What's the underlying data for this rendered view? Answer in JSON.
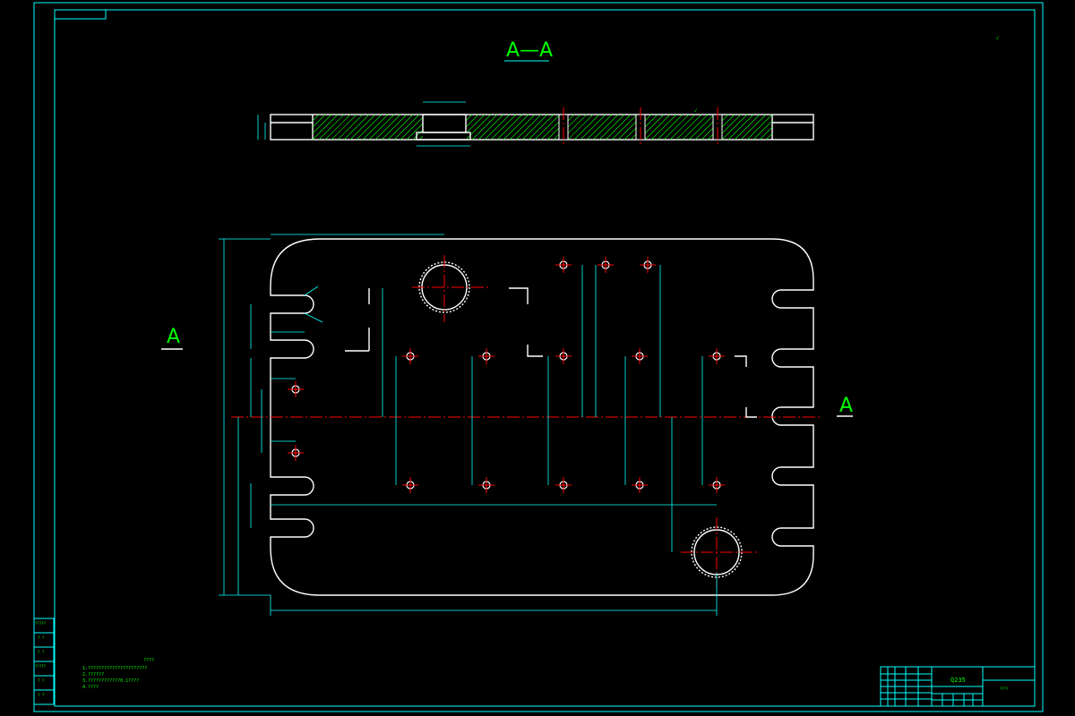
{
  "section_view": {
    "title": "A—A",
    "roughness_note": "√",
    "tip_roughness": "√"
  },
  "section_markers": {
    "left": "A",
    "right": "A"
  },
  "notes": {
    "heading": "????",
    "lines": [
      "1.??????????????????????",
      "2.??????",
      "3.????????????0.1????",
      "4.????"
    ]
  },
  "title_block": {
    "material": "Q235",
    "drawing_name": "????"
  },
  "revision_table": {
    "rows": [
      "?????",
      "? ?",
      "? ?",
      "?????",
      "? ?",
      "? ?"
    ]
  },
  "top_left_box": ""
}
